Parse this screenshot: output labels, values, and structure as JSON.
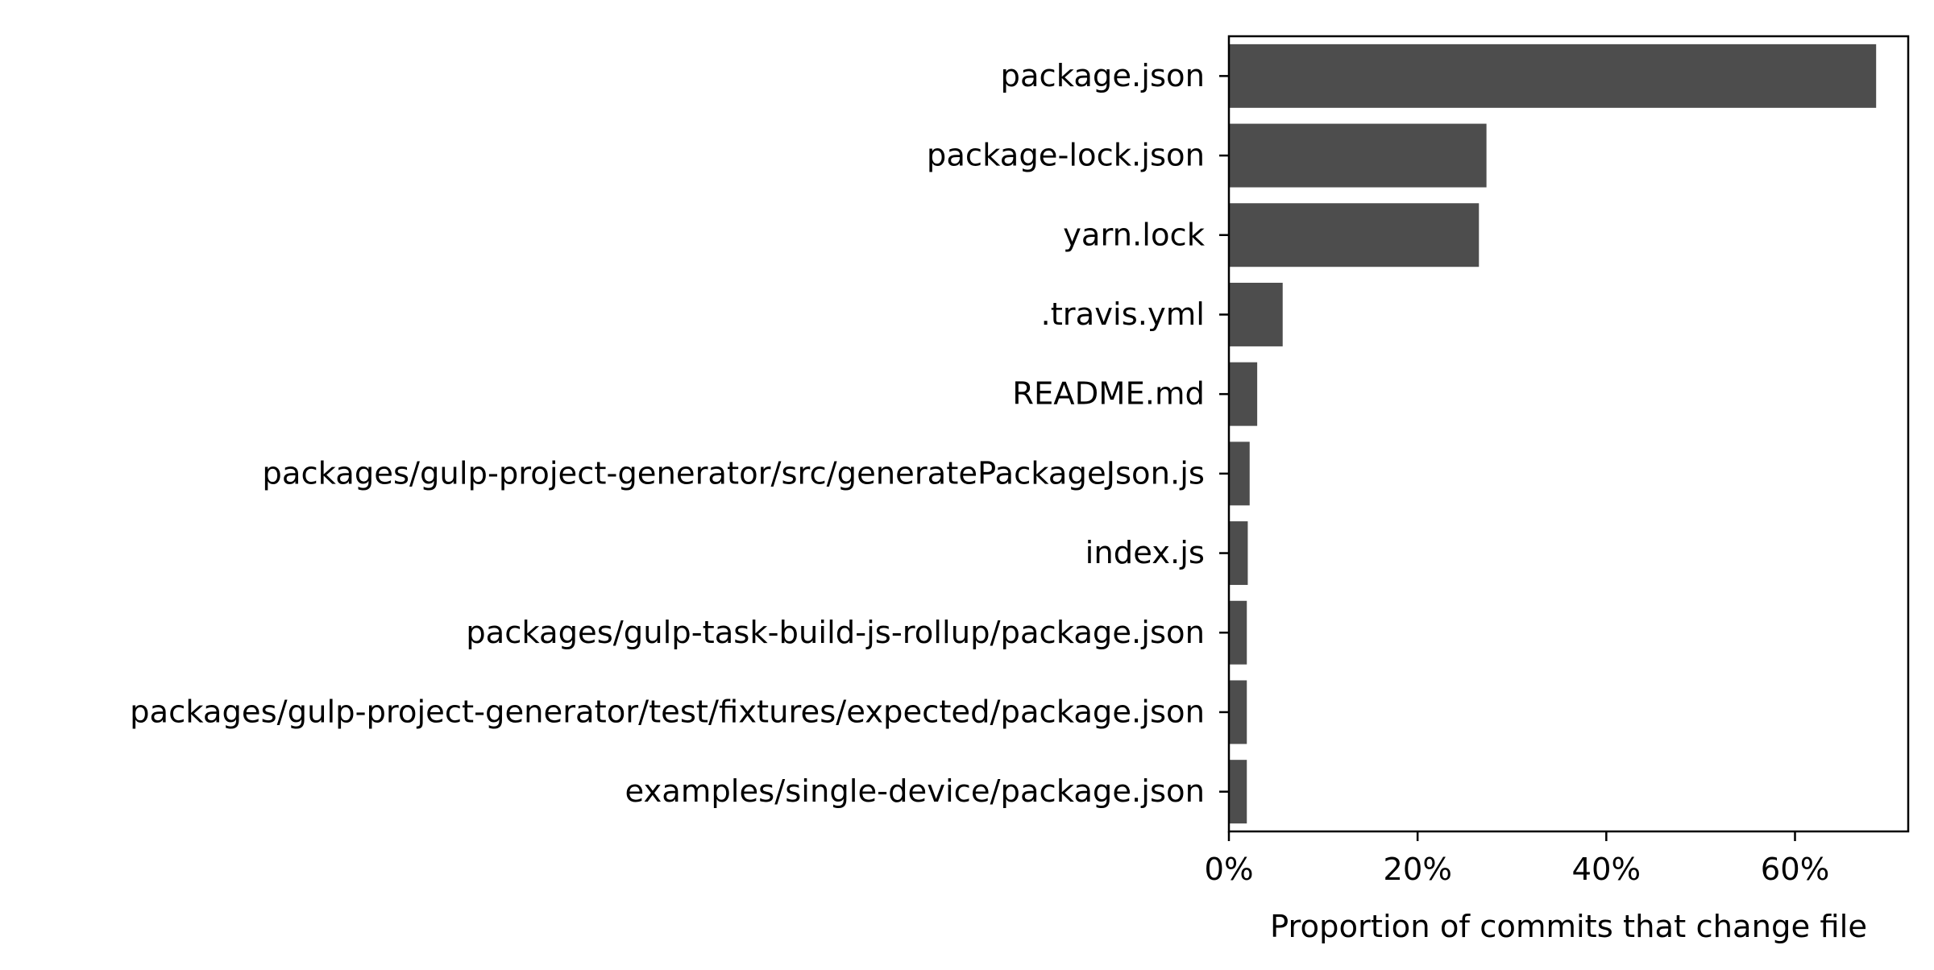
{
  "chart_data": {
    "type": "bar",
    "orientation": "horizontal",
    "categories": [
      "package.json",
      "package-lock.json",
      "yarn.lock",
      ".travis.yml",
      "README.md",
      "packages/gulp-project-generator/src/generatePackageJson.js",
      "index.js",
      "packages/gulp-task-build-js-rollup/package.json",
      "packages/gulp-project-generator/test/fixtures/expected/package.json",
      "examples/single-device/package.json"
    ],
    "values": [
      0.686,
      0.273,
      0.265,
      0.057,
      0.03,
      0.022,
      0.02,
      0.019,
      0.019,
      0.019
    ],
    "title": "",
    "xlabel": "Proportion of commits that change file",
    "ylabel": "",
    "xlim": [
      0,
      0.72
    ],
    "xticks": [
      0,
      0.2,
      0.4,
      0.6
    ],
    "xtick_labels": [
      "0%",
      "20%",
      "40%",
      "60%"
    ],
    "grid": false,
    "bar_color": "#4d4d4d"
  }
}
